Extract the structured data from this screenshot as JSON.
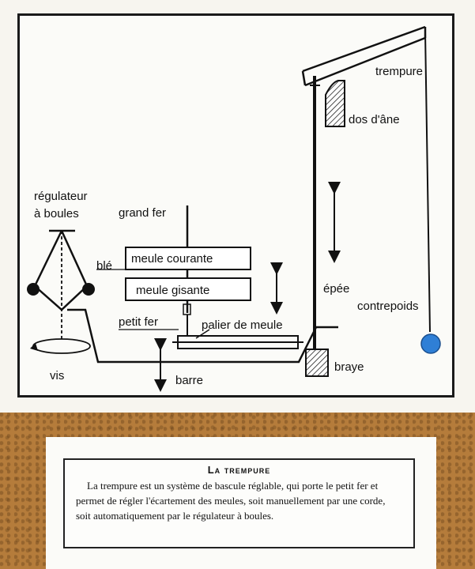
{
  "labels": {
    "trempure": "trempure",
    "dos_dane": "dos d'âne",
    "regulateur": "régulateur",
    "a_boules": "à boules",
    "grand_fer": "grand fer",
    "ble": "blé",
    "meule_courante": "meule courante",
    "meule_gisante": "meule gisante",
    "epee": "épée",
    "contrepoids": "contrepoids",
    "petit_fer": "petit fer",
    "palier_de_meule": "palier de meule",
    "vis": "vis",
    "barre": "barre",
    "braye": "braye"
  },
  "caption": {
    "title": "La trempure",
    "text": "La trempure est un système de bascule réglable, qui porte le petit fer et permet de régler l'écartement des meules, soit manuellement par une corde, soit automatiquement par le régulateur à boules."
  },
  "colors": {
    "counterweight": "#2f7fd6",
    "ink": "#111111",
    "cork": "#b57c3b"
  }
}
